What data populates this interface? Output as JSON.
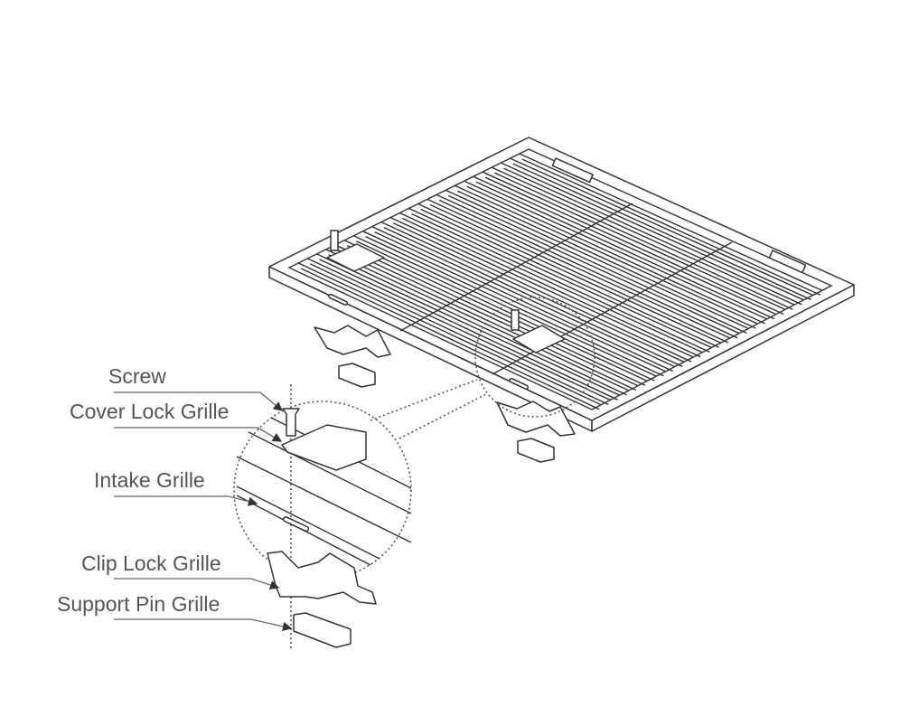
{
  "labels": {
    "screw": "Screw",
    "cover_lock_grille": "Cover Lock Grille",
    "intake_grille": "Intake Grille",
    "clip_lock_grille": "Clip Lock Grille",
    "support_pin_grille": "Support Pin Grille"
  }
}
